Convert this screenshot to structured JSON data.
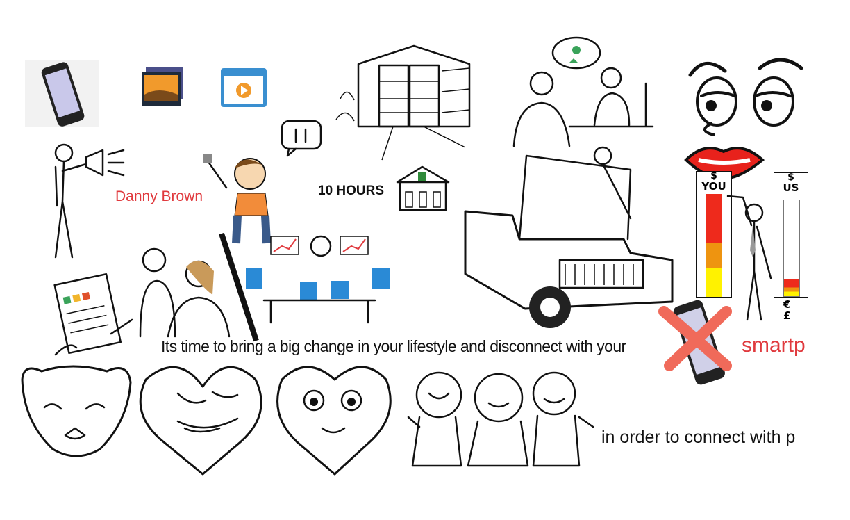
{
  "captions": {
    "name": "Danny Brown",
    "hours": "10 HOURS",
    "line1": "Its  time to bring a big change in your lifestyle and disconnect with your",
    "line1_tail": "smartp",
    "line2": "in order to connect with p"
  },
  "meters": {
    "you": {
      "symbol": "$",
      "label": "YOU",
      "level_percent": 100
    },
    "us": {
      "symbol": "$",
      "label": "US",
      "level_percent": 18,
      "currencies": "€ £"
    }
  },
  "colors": {
    "accent_red": "#e03a3e",
    "cross": "#f06a5a",
    "meter_red": "#ee2a1c",
    "meter_orange": "#ee9410",
    "meter_yellow": "#fff200"
  }
}
